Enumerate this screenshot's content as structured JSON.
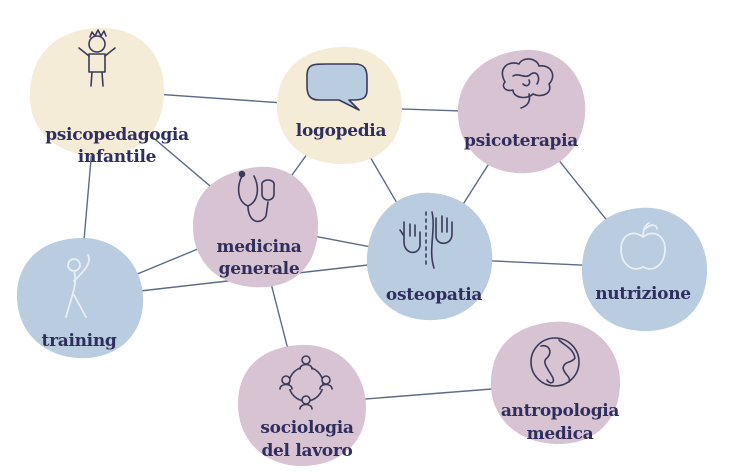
{
  "colors": {
    "cream": "#f5ecd8",
    "mauve": "#d8c3d3",
    "blue": "#b9cce0",
    "edge": "#5e6b85",
    "text": "#2f2f5e"
  },
  "nodes": [
    {
      "id": "psicopedagogia",
      "lines": [
        "psicopedagogia",
        "infantile"
      ],
      "icon": "child-icon",
      "color": "cream"
    },
    {
      "id": "logopedia",
      "lines": [
        "logopedia"
      ],
      "icon": "speech-bubble-icon",
      "color": "cream"
    },
    {
      "id": "psicoterapia",
      "lines": [
        "psicoterapia"
      ],
      "icon": "brain-icon",
      "color": "mauve"
    },
    {
      "id": "medicina",
      "lines": [
        "medicina",
        "generale"
      ],
      "icon": "stethoscope-icon",
      "color": "mauve"
    },
    {
      "id": "osteopatia",
      "lines": [
        "osteopatia"
      ],
      "icon": "hands-icon",
      "color": "blue"
    },
    {
      "id": "nutrizione",
      "lines": [
        "nutrizione"
      ],
      "icon": "apple-icon",
      "color": "blue"
    },
    {
      "id": "training",
      "lines": [
        "training"
      ],
      "icon": "stretching-person-icon",
      "color": "blue"
    },
    {
      "id": "sociologia",
      "lines": [
        "sociologia",
        "del lavoro"
      ],
      "icon": "team-circle-icon",
      "color": "mauve"
    },
    {
      "id": "antropologia",
      "lines": [
        "antropologia",
        "medica"
      ],
      "icon": "globe-icon",
      "color": "mauve"
    }
  ],
  "edges": [
    [
      "psicopedagogia",
      "logopedia"
    ],
    [
      "psicopedagogia",
      "medicina"
    ],
    [
      "psicopedagogia",
      "training"
    ],
    [
      "logopedia",
      "psicoterapia"
    ],
    [
      "logopedia",
      "medicina"
    ],
    [
      "logopedia",
      "osteopatia"
    ],
    [
      "psicoterapia",
      "osteopatia"
    ],
    [
      "psicoterapia",
      "nutrizione"
    ],
    [
      "medicina",
      "osteopatia"
    ],
    [
      "medicina",
      "training"
    ],
    [
      "medicina",
      "sociologia"
    ],
    [
      "osteopatia",
      "nutrizione"
    ],
    [
      "osteopatia",
      "training"
    ],
    [
      "sociologia",
      "antropologia"
    ]
  ]
}
